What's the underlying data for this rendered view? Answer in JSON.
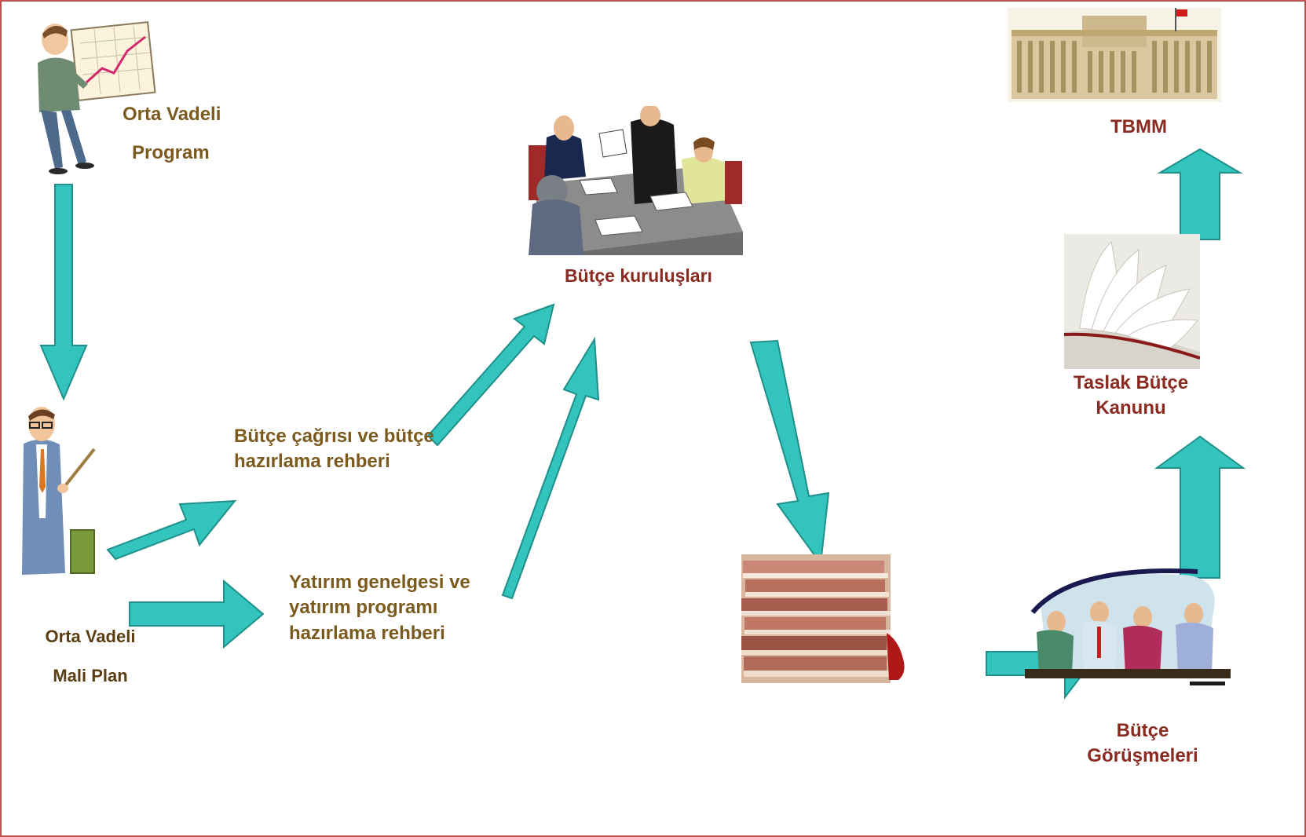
{
  "nodes": {
    "ovp": {
      "line1": "Orta Vadeli",
      "line2": "Program"
    },
    "ovmp": {
      "line1": "Orta Vadeli",
      "line2": "Mali Plan"
    },
    "call": {
      "line1": "Bütçe çağrısı ve bütçe",
      "line2": "hazırlama rehberi"
    },
    "invest": {
      "line1": "Yatırım genelgesi ve",
      "line2": "yatırım programı",
      "line3": "hazırlama rehberi"
    },
    "institutions": {
      "label": "Bütçe kuruluşları"
    },
    "talks": {
      "line1": "Bütçe",
      "line2": "Görüşmeleri"
    },
    "draft": {
      "line1": "Taslak Bütçe",
      "line2": "Kanunu"
    },
    "tbmm": {
      "label": "TBMM"
    }
  },
  "colors": {
    "arrow": "#33c4bd",
    "arrow_stroke": "#1f8f8a",
    "frame": "#c0504d",
    "label": "#7b5a1e"
  }
}
